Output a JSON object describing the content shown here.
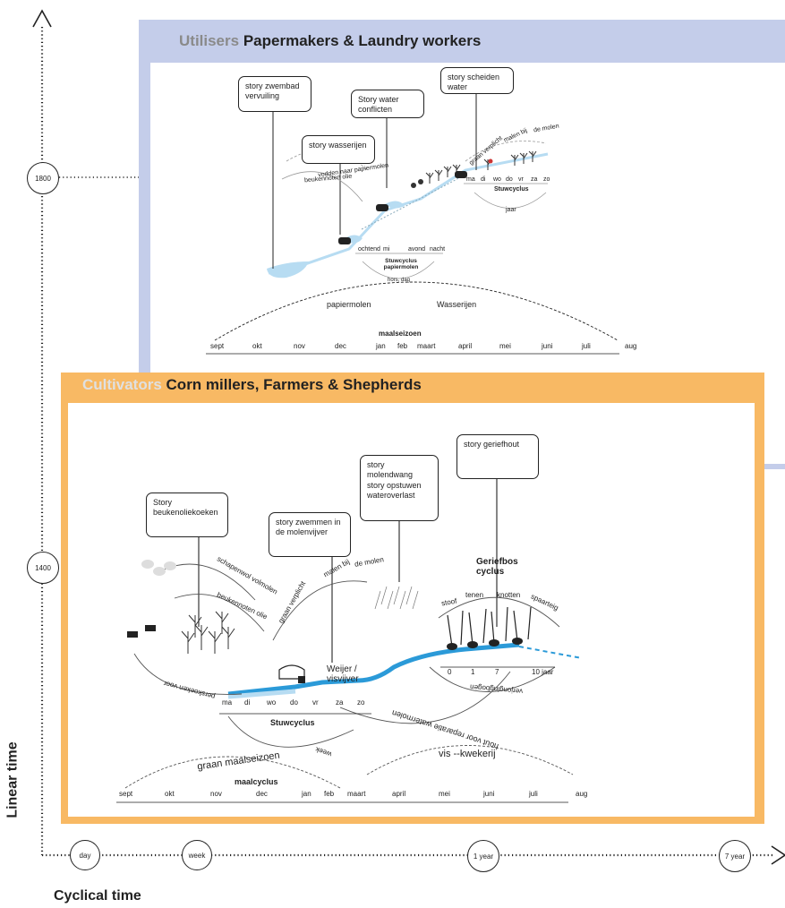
{
  "utilisers": {
    "keyword": "Utilisers",
    "title": "Papermakers & Laundry workers",
    "stories": [
      "story zwembad vervuiling",
      "Story water conflicten",
      "story scheiden water",
      "story wasserijen"
    ],
    "arc_labels": [
      "vodden naar papiermolen",
      "beukennoten olie",
      "graan verplicht",
      "malen bij",
      "de molen",
      "jaar"
    ],
    "day_cycle": {
      "labels": [
        "ochtend",
        "mi",
        "avond",
        "nacht"
      ],
      "title": "Stuwcyclus papiermolen",
      "sub": "hors, dag"
    },
    "stuw_cycle": {
      "labels": [
        "ma",
        "di",
        "wo",
        "do",
        "vr",
        "za",
        "zo"
      ],
      "title": "Stuwcyclus"
    },
    "season_labels": [
      "papiermolen",
      "Wasserijen"
    ],
    "season_title": "maalseizoen",
    "months": [
      "sept",
      "okt",
      "nov",
      "dec",
      "jan",
      "feb",
      "maart",
      "april",
      "mei",
      "juni",
      "juli",
      "aug"
    ]
  },
  "cultivators": {
    "keyword": "Cultivators",
    "title": "Corn millers, Farmers & Shepherds",
    "stories": [
      "Story beukenoliekoeken",
      "story zwemmen in de molenvijver",
      "story molendwang story opstuwen wateroverlast",
      "story geriefhout"
    ],
    "arc_labels": [
      "schapenwol volmolen",
      "beukennoten olie",
      "graan verplicht",
      "malen bij",
      "de molen",
      "perskoeken voor",
      "week",
      "verjongingbogen",
      "hout voor reparatie watermolen"
    ],
    "pond_label": "Weijer / visvijver",
    "geriefbos": {
      "title": "Geriefbos cyclus",
      "labels": [
        "stoof",
        "tenen",
        "knotten",
        "spaarteig"
      ],
      "ticks": [
        "0",
        "1",
        "7",
        "10 jaar"
      ]
    },
    "stuw_cycle": {
      "labels": [
        "ma",
        "di",
        "wo",
        "do",
        "vr",
        "za",
        "zo"
      ],
      "title": "Stuwcyclus"
    },
    "season_labels": [
      "graan maalseizoen",
      "vis --kwekerij"
    ],
    "season_title": "maalcyclus",
    "months": [
      "sept",
      "okt",
      "nov",
      "dec",
      "jan",
      "feb",
      "maart",
      "april",
      "mei",
      "juni",
      "juli",
      "aug"
    ]
  },
  "axes": {
    "linear_label": "Linear time",
    "cyclical_label": "Cyclical time",
    "years": [
      "1800",
      "1400"
    ],
    "cycles": [
      "day",
      "week",
      "1 year",
      "7 year"
    ]
  },
  "colors": {
    "utilisers_band": "#c4cdea",
    "cultivators_band": "#f8b964",
    "water": "#2b9ad8",
    "water_light": "#b7dcf2"
  }
}
